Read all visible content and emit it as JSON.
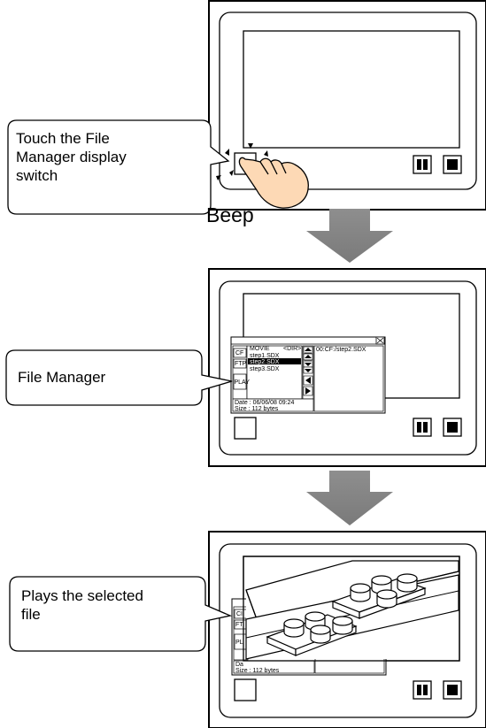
{
  "step1": {
    "callout": [
      "Touch the File",
      "Manager display",
      "switch"
    ],
    "sound": "Beep"
  },
  "step2": {
    "callout": "File Manager",
    "file_manager": {
      "side_buttons": [
        "CF",
        "FTP",
        "PLAY"
      ],
      "files": [
        {
          "name": "MOVIE",
          "type": "<DIR>"
        },
        {
          "name": "step1.SDX",
          "type": ""
        },
        {
          "name": "step2.SDX",
          "type": ""
        },
        {
          "name": "step3.SDX",
          "type": ""
        }
      ],
      "selected_index": 2,
      "path": "00:CF:/step2.SDX",
      "date": "Date : 06/06/08  09:24",
      "size": "Size : 112 bytes"
    }
  },
  "step3": {
    "callout": [
      "Plays the selected",
      "file"
    ],
    "partial": {
      "buttons": [
        "CI",
        "FT",
        "PL"
      ],
      "date": "Da",
      "size": "Size : 112 bytes"
    }
  }
}
